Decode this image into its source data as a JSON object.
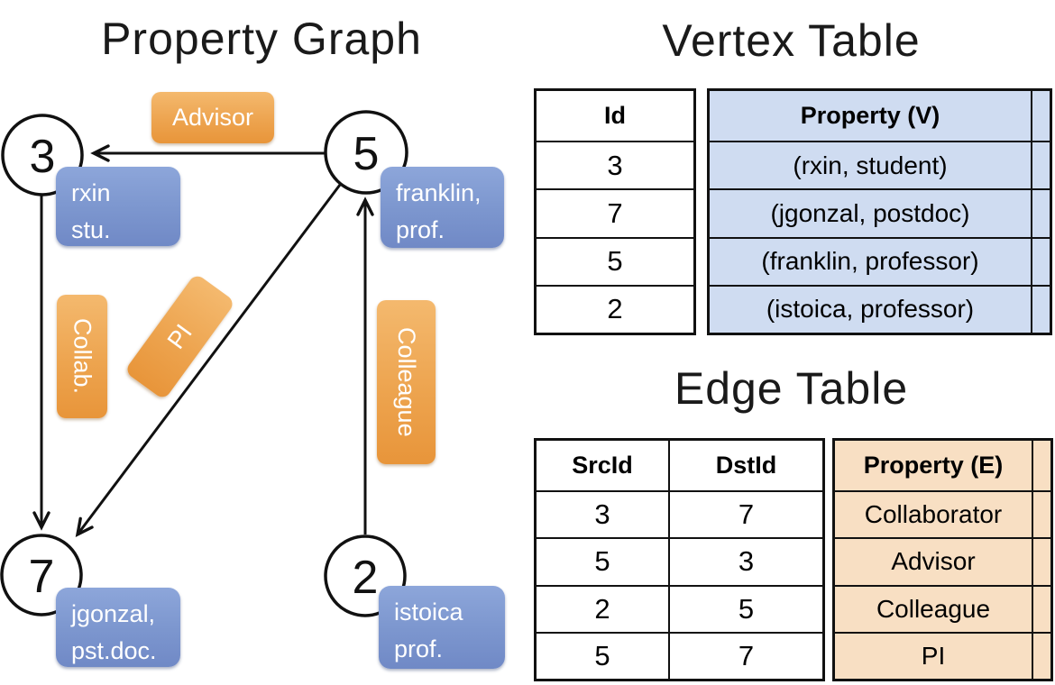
{
  "graph": {
    "title": "Property Graph",
    "nodes": [
      {
        "id": "3"
      },
      {
        "id": "5"
      },
      {
        "id": "7"
      },
      {
        "id": "2"
      }
    ],
    "vertex_labels": [
      {
        "line1": "rxin",
        "line2": "stu."
      },
      {
        "line1": "franklin,",
        "line2": "prof."
      },
      {
        "line1": "jgonzal,",
        "line2": "pst.doc."
      },
      {
        "line1": "istoica",
        "line2": "prof."
      }
    ],
    "edge_labels": [
      {
        "label": "Advisor"
      },
      {
        "label": "Collab."
      },
      {
        "label": "PI"
      },
      {
        "label": "Colleague"
      }
    ]
  },
  "vertex_table": {
    "title": "Vertex Table",
    "col_id": "Id",
    "col_property": "Property (V)",
    "rows": [
      [
        "3",
        "(rxin, student)"
      ],
      [
        "7",
        "(jgonzal, postdoc)"
      ],
      [
        "5",
        "(franklin, professor)"
      ],
      [
        "2",
        "(istoica, professor)"
      ]
    ]
  },
  "edge_table": {
    "title": "Edge Table",
    "col_src": "SrcId",
    "col_dst": "DstId",
    "col_property": "Property (E)",
    "rows": [
      [
        "3",
        "7",
        "Collaborator"
      ],
      [
        "5",
        "3",
        "Advisor"
      ],
      [
        "2",
        "5",
        "Colleague"
      ],
      [
        "5",
        "7",
        "PI"
      ]
    ]
  },
  "colors": {
    "edge_label_orange": "#EDA44F",
    "vertex_label_blue": "#7D97CF",
    "vertex_cell_blue": "#CFDCF1",
    "edge_cell_tan": "#F8DFC3",
    "line_black": "#111111"
  }
}
